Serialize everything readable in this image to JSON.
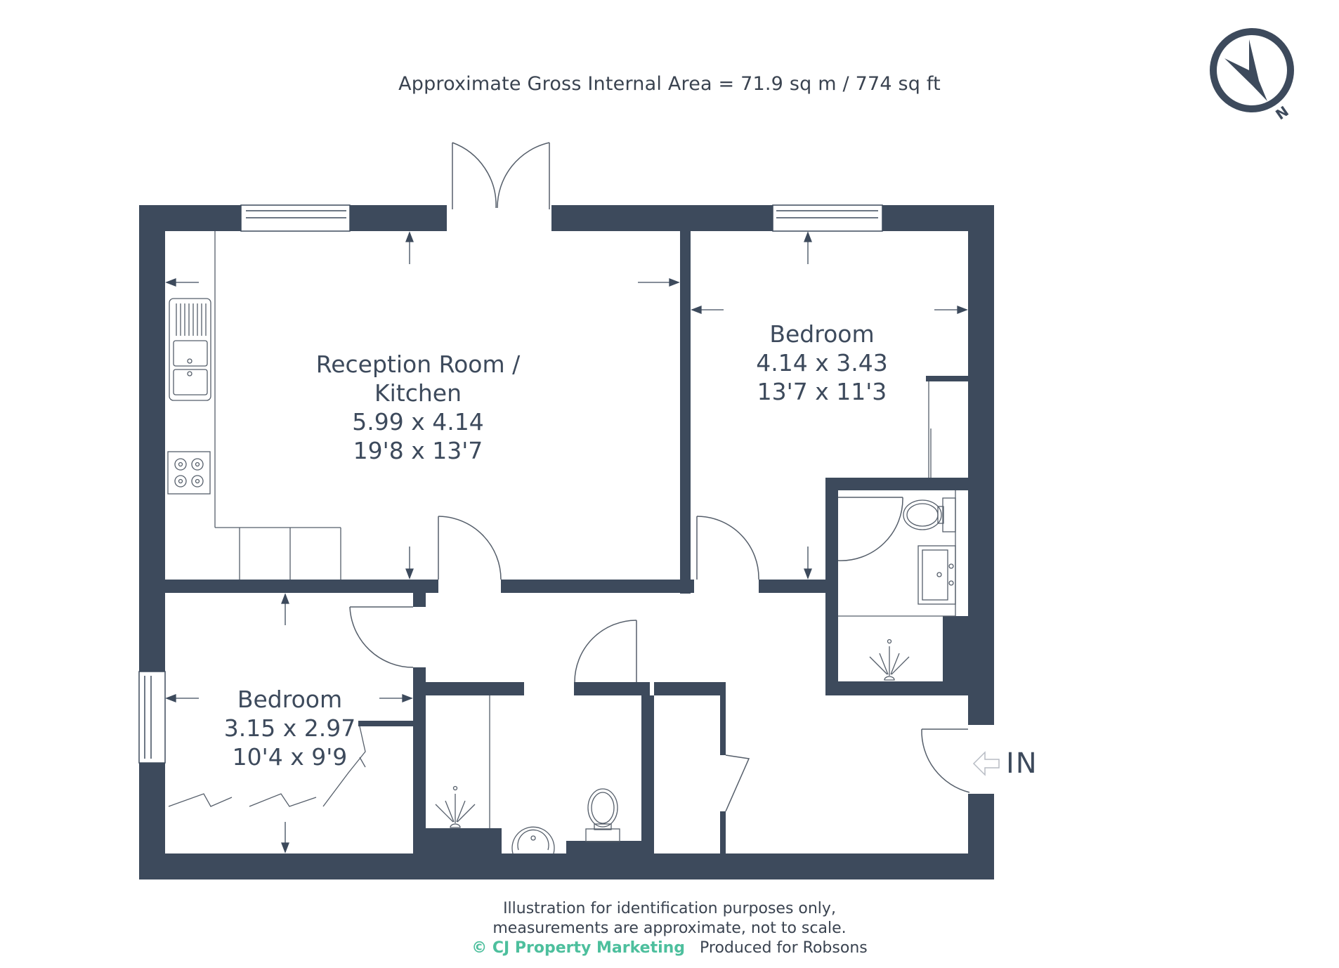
{
  "header": {
    "area_text": "Approximate Gross Internal Area = 71.9 sq m / 774 sq ft"
  },
  "compass": {
    "icon": "compass-north-icon",
    "label": "N"
  },
  "colors": {
    "wall": "#3d4a5c",
    "line": "#555e6a",
    "brand": "#4dbf9d",
    "text": "#3d4a5c"
  },
  "rooms": [
    {
      "name": "Reception Room /",
      "name2": "Kitchen",
      "metric": "5.99 x 4.14",
      "imperial": "19'8 x 13'7"
    },
    {
      "name": "Bedroom",
      "metric": "4.14 x 3.43",
      "imperial": "13'7 x 11'3"
    },
    {
      "name": "Bedroom",
      "metric": "3.15 x 2.97",
      "imperial": "10'4 x 9'9"
    }
  ],
  "entrance": {
    "label": "IN",
    "icon": "entrance-arrow-icon"
  },
  "footer": {
    "line1": "Illustration for identification purposes only,",
    "line2": "measurements are approximate, not to scale.",
    "brand": "© CJ Property Marketing",
    "produced_for": "Produced for Robsons"
  }
}
